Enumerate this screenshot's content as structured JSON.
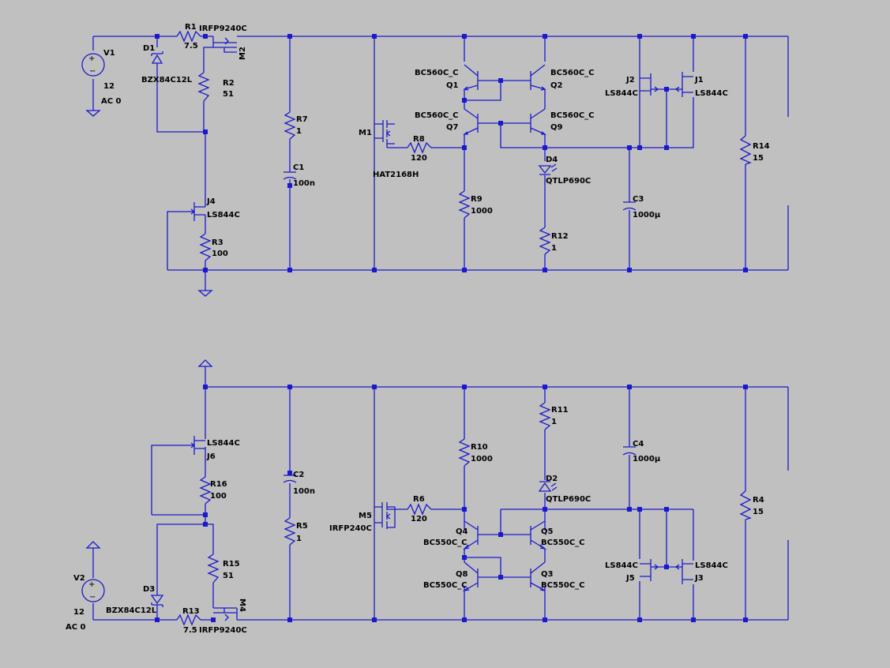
{
  "labels": {
    "V1": "V1",
    "V1_val": "12",
    "V1_ac": "AC 0",
    "D1": "D1",
    "D1_val": "BZX84C12L",
    "R1": "R1",
    "R1_val": "7.5",
    "M2": "M2",
    "M2_val": "IRFP9240C",
    "R2": "R2",
    "R2_val": "51",
    "J4": "J4",
    "J4_val": "LS844C",
    "R3": "R3",
    "R3_val": "100",
    "R7": "R7",
    "R7_val": "1",
    "C1": "C1",
    "C1_val": "100n",
    "M1": "M1",
    "M1_val": "HAT2168H",
    "R8": "R8",
    "R8_val": "120",
    "Q1": "Q1",
    "Q1_val": "BC560C_C",
    "Q2": "Q2",
    "Q2_val": "BC560C_C",
    "Q7": "Q7",
    "Q7_val": "BC560C_C",
    "Q9": "Q9",
    "Q9_val": "BC560C_C",
    "R9": "R9",
    "R9_val": "1000",
    "D4": "D4",
    "D4_val": "QTLP690C",
    "R12": "R12",
    "R12_val": "1",
    "C3": "C3",
    "C3_val": "1000µ",
    "J2": "J2",
    "J2_val": "LS844C",
    "J1": "J1",
    "J1_val": "LS844C",
    "R14": "R14",
    "R14_val": "15",
    "J6": "J6",
    "J6_val": "LS844C",
    "R16": "R16",
    "R16_val": "100",
    "R15": "R15",
    "R15_val": "51",
    "V2": "V2",
    "V2_val": "12",
    "V2_ac": "AC 0",
    "D3": "D3",
    "D3_val": "BZX84C12L",
    "R13": "R13",
    "R13_val": "7.5",
    "M4": "M4",
    "M4_val": "IRFP9240C",
    "C2": "C2",
    "C2_val": "100n",
    "R5": "R5",
    "R5_val": "1",
    "M5": "M5",
    "M5_val": "IRFP240C",
    "R6": "R6",
    "R6_val": "120",
    "R10": "R10",
    "R10_val": "1000",
    "R11": "R11",
    "R11_val": "1",
    "D2": "D2",
    "D2_val": "QTLP690C",
    "Q4": "Q4",
    "Q4_val": "BC550C_C",
    "Q5": "Q5",
    "Q5_val": "BC550C_C",
    "Q8": "Q8",
    "Q8_val": "BC550C_C",
    "Q3": "Q3",
    "Q3_val": "BC550C_C",
    "C4": "C4",
    "C4_val": "1000µ",
    "J5": "J5",
    "J5_val": "LS844C",
    "J3": "J3",
    "J3_val": "LS844C",
    "R4": "R4",
    "R4_val": "15"
  },
  "colors": {
    "background": "#c0c0c0",
    "wire": "#1a1acc",
    "text": "#000000"
  }
}
